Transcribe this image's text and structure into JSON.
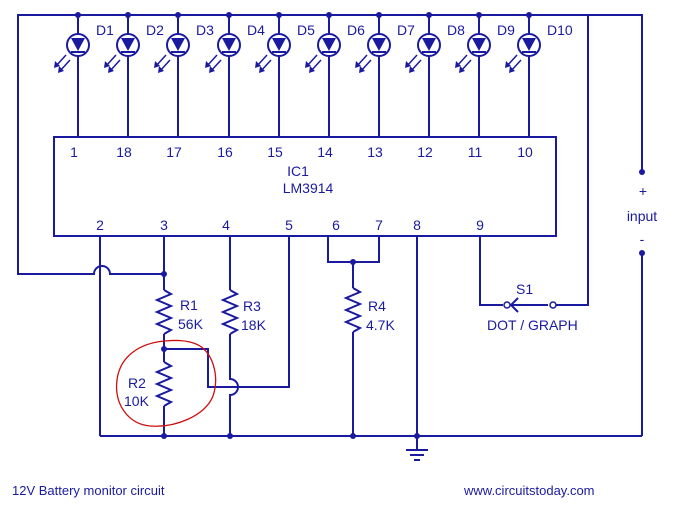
{
  "title": "12V Battery monitor circuit",
  "website": "www.circuitstoday.com",
  "ic": {
    "ref": "IC1",
    "part": "LM3914"
  },
  "leds": [
    {
      "ref": "D1",
      "pin": "1"
    },
    {
      "ref": "D2",
      "pin": "18"
    },
    {
      "ref": "D3",
      "pin": "17"
    },
    {
      "ref": "D4",
      "pin": "16"
    },
    {
      "ref": "D5",
      "pin": "15"
    },
    {
      "ref": "D6",
      "pin": "14"
    },
    {
      "ref": "D7",
      "pin": "13"
    },
    {
      "ref": "D8",
      "pin": "12"
    },
    {
      "ref": "D9",
      "pin": "11"
    },
    {
      "ref": "D10",
      "pin": "10"
    }
  ],
  "bottom_pins": [
    "2",
    "3",
    "4",
    "5",
    "6",
    "7",
    "8",
    "9"
  ],
  "resistors": [
    {
      "ref": "R1",
      "value": "56K"
    },
    {
      "ref": "R2",
      "value": "10K"
    },
    {
      "ref": "R3",
      "value": "18K"
    },
    {
      "ref": "R4",
      "value": "4.7K"
    }
  ],
  "switch": {
    "ref": "S1",
    "label": "DOT / GRAPH"
  },
  "input": {
    "label": "input",
    "plus": "+",
    "minus": "-"
  },
  "colors": {
    "ink": "#1a1aa0",
    "highlight": "#cc1010"
  }
}
